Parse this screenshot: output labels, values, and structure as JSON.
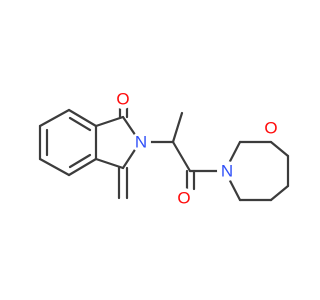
{
  "colors": {
    "bond": "#3c3c3c",
    "oxygen": "#ff0d0d",
    "nitrogen": "#3050f8",
    "background": "#ffffff"
  },
  "atoms": {
    "o_lactam": "O",
    "n_lactam": "N",
    "o_amide": "O",
    "n_morpholine": "N",
    "o_morpholine": "O"
  }
}
